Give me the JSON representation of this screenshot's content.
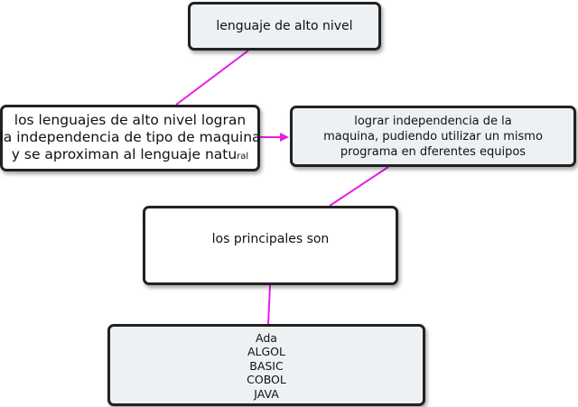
{
  "colors": {
    "connector": "#e61ee6",
    "node_border": "#222222",
    "node_fill_shaded": "#eef1f4",
    "node_fill_white": "#ffffff"
  },
  "nodes": {
    "title": {
      "text": "lenguaje de alto nivel"
    },
    "intro": {
      "lines": [
        "los lenguajes de alto nivel logran",
        "la independencia de tipo de maquina",
        "y se aproximan al lenguaje natu"
      ],
      "trailing_small": "ral"
    },
    "goal": {
      "lines": [
        "lograr independencia de la",
        "maquina, pudiendo utilizar un mismo",
        "programa en dferentes equipos"
      ]
    },
    "principal": {
      "text": "los principales son"
    },
    "list": {
      "items": [
        "Ada",
        "ALGOL",
        "BASIC",
        "COBOL",
        "JAVA"
      ]
    }
  }
}
